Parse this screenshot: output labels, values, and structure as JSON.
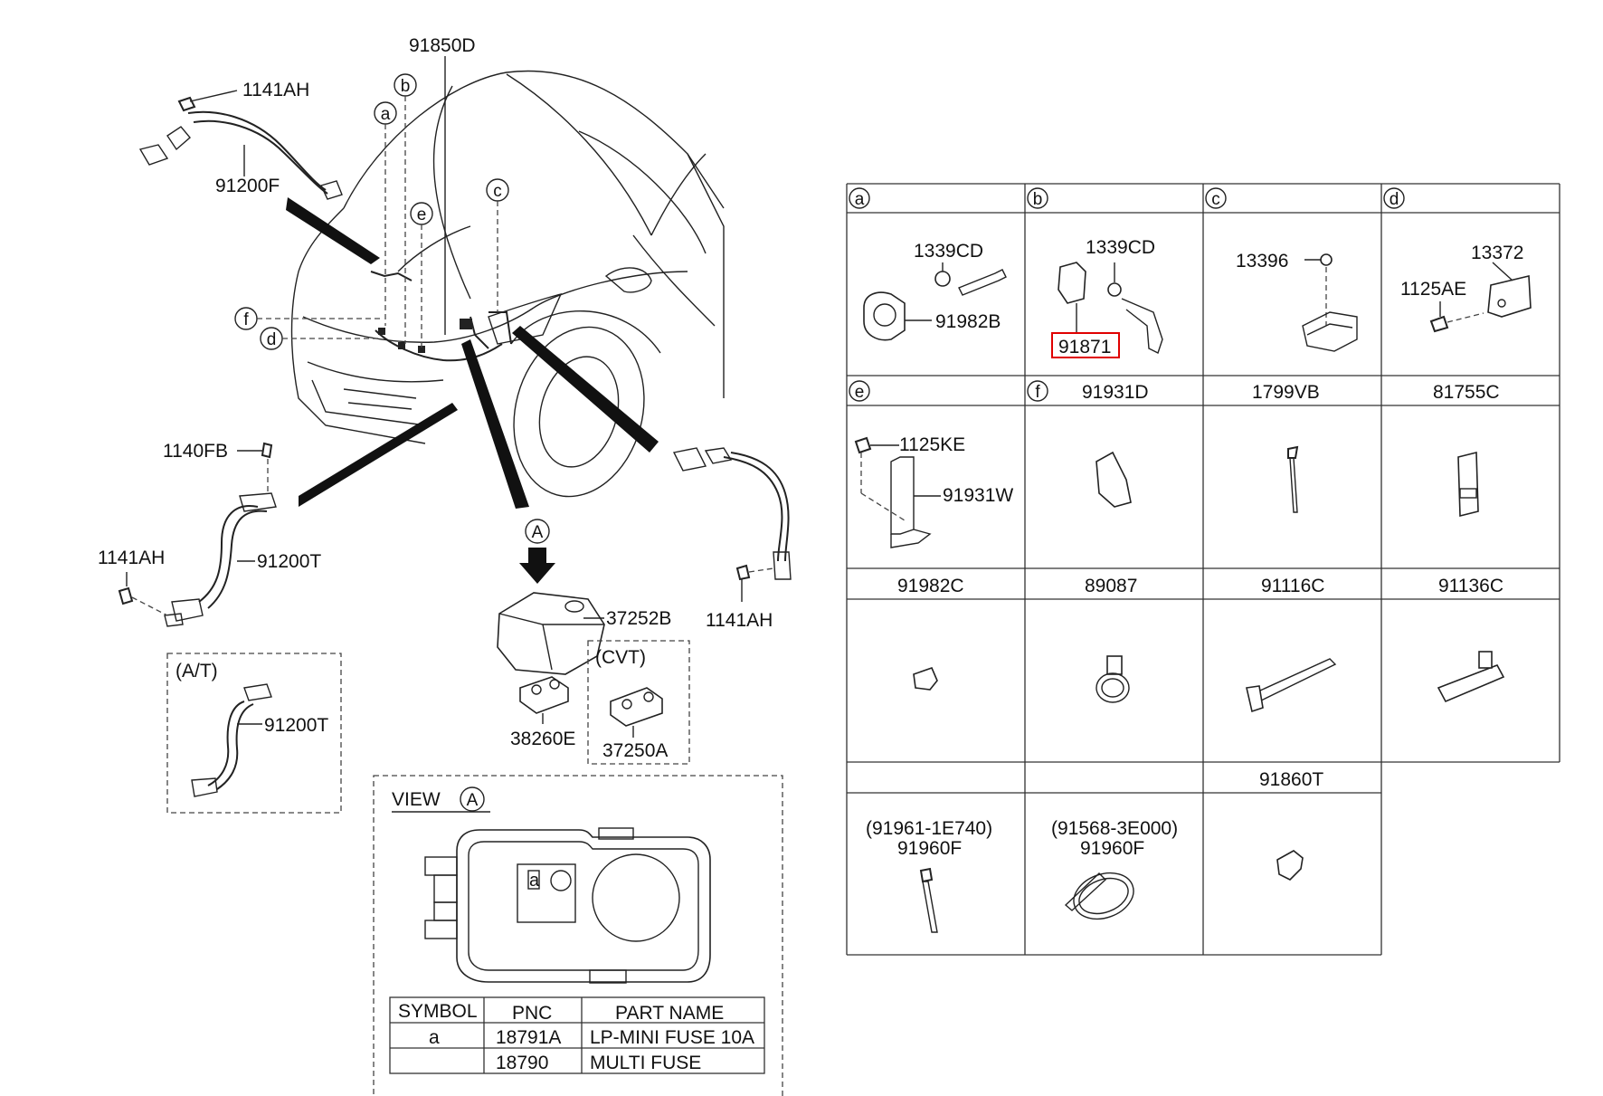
{
  "callouts": {
    "p91850D": "91850D",
    "p1141AH_top": "1141AH",
    "p91200F": "91200F",
    "p1140FB": "1140FB",
    "p91200T": "91200T",
    "p1141AH_left": "1141AH",
    "p1141AH_right": "1141AH",
    "p37252B": "37252B",
    "p38260E": "38260E",
    "p37250A": "37250A",
    "p91200T_at": "91200T",
    "at_box_title": "(A/T)",
    "cvt_box_title": "(CVT)",
    "view_a_marker": "A"
  },
  "circle_letters": {
    "a": "a",
    "b": "b",
    "c": "c",
    "d": "d",
    "e": "e",
    "f": "f"
  },
  "view_a": {
    "title": "VIEW",
    "marker": "A",
    "fuse_symbol": "a",
    "table": {
      "headers": [
        "SYMBOL",
        "PNC",
        "PART NAME"
      ],
      "rows": [
        [
          "a",
          "18791A",
          "LP-MINI FUSE 10A"
        ],
        [
          "",
          "18790",
          "MULTI FUSE"
        ]
      ]
    }
  },
  "grid": {
    "row1": {
      "headers": [
        "a",
        "b",
        "c",
        "d"
      ],
      "a_parts": [
        "1339CD",
        "91982B"
      ],
      "b_parts": [
        "1339CD",
        "91871"
      ],
      "c_parts": [
        "13396"
      ],
      "d_parts": [
        "13372",
        "1125AE"
      ]
    },
    "row2": {
      "headers": [
        "e",
        "91931D",
        "1799VB",
        "81755C"
      ],
      "header_f": "f",
      "e_parts": [
        "1125KE",
        "91931W"
      ]
    },
    "row3": {
      "headers": [
        "91982C",
        "89087",
        "91116C",
        "91136C"
      ]
    },
    "row4": {
      "headers": [
        "",
        "",
        "91860T"
      ],
      "c1_ref": "(91961-1E740)",
      "c1_pnc": "91960F",
      "c2_ref": "(91568-3E000)",
      "c2_pnc": "91960F"
    },
    "highlighted_part": "91871",
    "highlight_color": "#e00000"
  }
}
